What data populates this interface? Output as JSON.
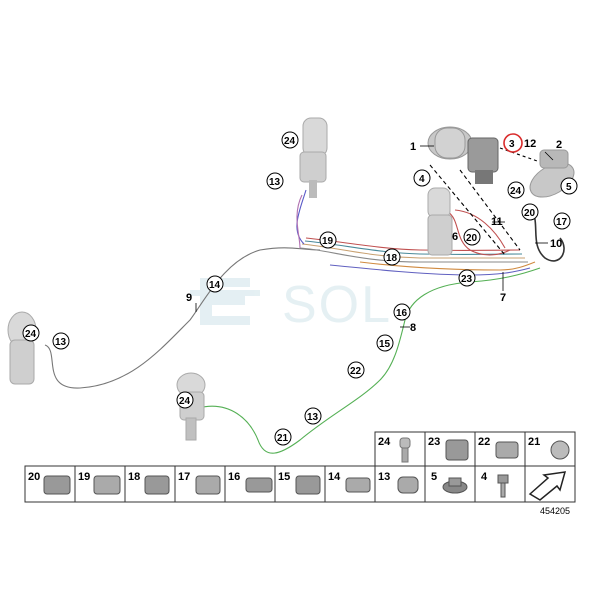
{
  "reference_number": "454205",
  "watermark": "SOL",
  "callouts": {
    "c24_top": "24",
    "c13_top": "13",
    "c19": "19",
    "c18": "18",
    "c14": "14",
    "c24_left": "24",
    "c13_left": "13",
    "c16": "16",
    "c15": "15",
    "c22": "22",
    "c24_bottom": "24",
    "c13_bottom": "13",
    "c21": "21",
    "c4": "4",
    "c20_mid": "20",
    "c23": "23",
    "c24_right": "24",
    "c5": "5",
    "c20_right": "20",
    "c17": "17",
    "c3": "3"
  },
  "labels": {
    "l1": "1",
    "l2": "2",
    "l12": "12",
    "l6": "6",
    "l11": "11",
    "l10": "10",
    "l7": "7",
    "l9": "9",
    "l8": "8"
  },
  "parts_row_top": [
    {
      "num": "24",
      "icon": "ball-stud-icon"
    },
    {
      "num": "23",
      "icon": "pipe-clip-icon"
    },
    {
      "num": "22",
      "icon": "double-clip-icon"
    },
    {
      "num": "21",
      "icon": "clamp-icon"
    }
  ],
  "parts_row_bottom": [
    {
      "num": "20",
      "icon": "quad-line-connector-icon"
    },
    {
      "num": "19",
      "icon": "triple-line-connector-icon"
    },
    {
      "num": "18",
      "icon": "stacked-clip-icon"
    },
    {
      "num": "17",
      "icon": "holder-icon"
    },
    {
      "num": "16",
      "icon": "long-line-holder-icon"
    },
    {
      "num": "15",
      "icon": "multi-clip-icon"
    },
    {
      "num": "14",
      "icon": "grommet-clip-icon"
    },
    {
      "num": "13",
      "icon": "cap-icon"
    },
    {
      "num": "5",
      "icon": "flange-nut-icon"
    },
    {
      "num": "4",
      "icon": "bolt-icon"
    },
    {
      "num": "",
      "icon": "direction-arrow-icon"
    }
  ]
}
